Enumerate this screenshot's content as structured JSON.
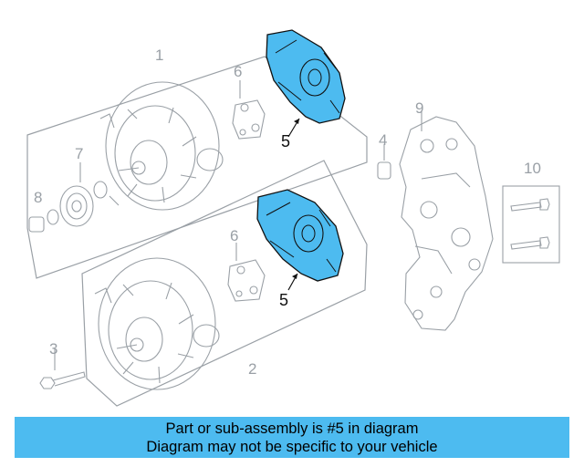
{
  "callouts": {
    "c1": "1",
    "c2": "2",
    "c3": "3",
    "c4": "4",
    "c5a": "5",
    "c5b": "5",
    "c6a": "6",
    "c6b": "6",
    "c7": "7",
    "c8": "8",
    "c9": "9",
    "c10": "10"
  },
  "banner": {
    "line1": "Part or sub-assembly is #5 in diagram",
    "line2": "Diagram may not be specific to your vehicle"
  },
  "colors": {
    "highlight": "#4dbbf0",
    "outline": "#9aa0a6",
    "ink": "#111111"
  }
}
